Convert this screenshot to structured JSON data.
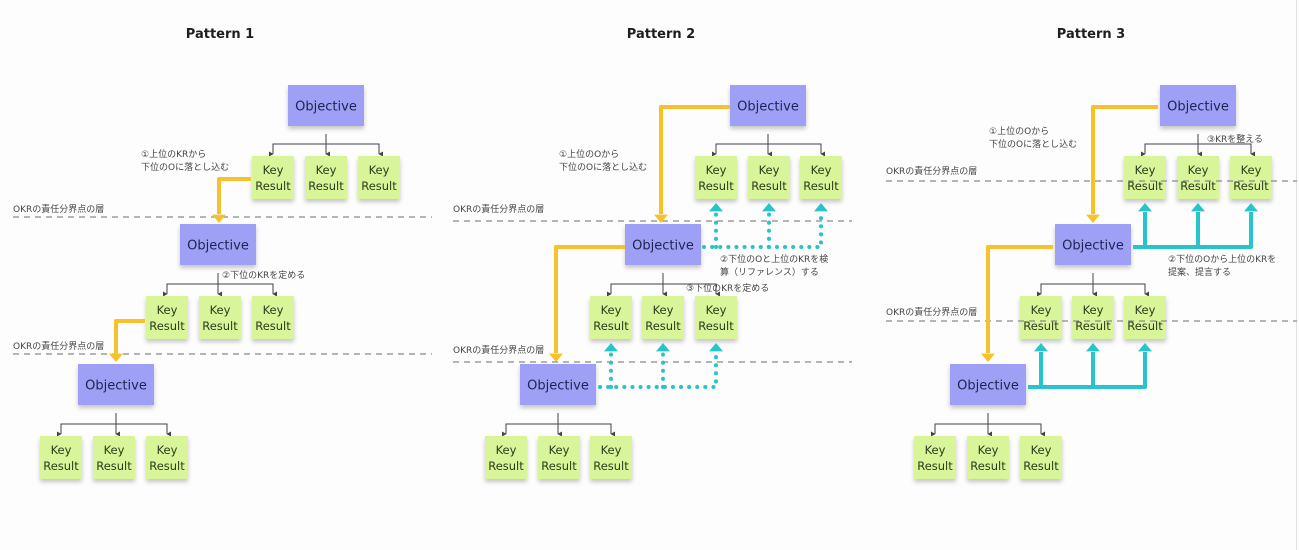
{
  "colors": {
    "background": "#fdfdfd",
    "objective_fill": "#9ea0f5",
    "key_result_fill": "#d9f59a",
    "cascade_arrow": "#f5c22b",
    "reference_arrow": "#27c4cc",
    "connector": "#444444",
    "boundary_line": "#8a8a8a"
  },
  "labels": {
    "objective": "Objective",
    "key_result_line1": "Key",
    "key_result_line2": "Result",
    "boundary_layer": "OKRの責任分界点の層"
  },
  "patterns": [
    {
      "title": "Pattern 1",
      "notes": {
        "step1_line1": "①上位のKRから",
        "step1_line2": "下位のOに落とし込む",
        "step2": "②下位のKRを定める"
      }
    },
    {
      "title": "Pattern 2",
      "notes": {
        "step1_line1": "①上位のOから",
        "step1_line2": "下位のOに落とし込む",
        "step2_line1": "②下位のOと上位のKRを検",
        "step2_line2": "算（リファレンス）する",
        "step3": "③下位のKRを定める"
      }
    },
    {
      "title": "Pattern 3",
      "notes": {
        "step1_line1": "①上位のOから",
        "step1_line2": "下位のOに落とし込む",
        "step2_line1": "②下位のOから上位のKRを",
        "step2_line2": "提案、提言する",
        "step3": "③KRを整える"
      }
    }
  ]
}
